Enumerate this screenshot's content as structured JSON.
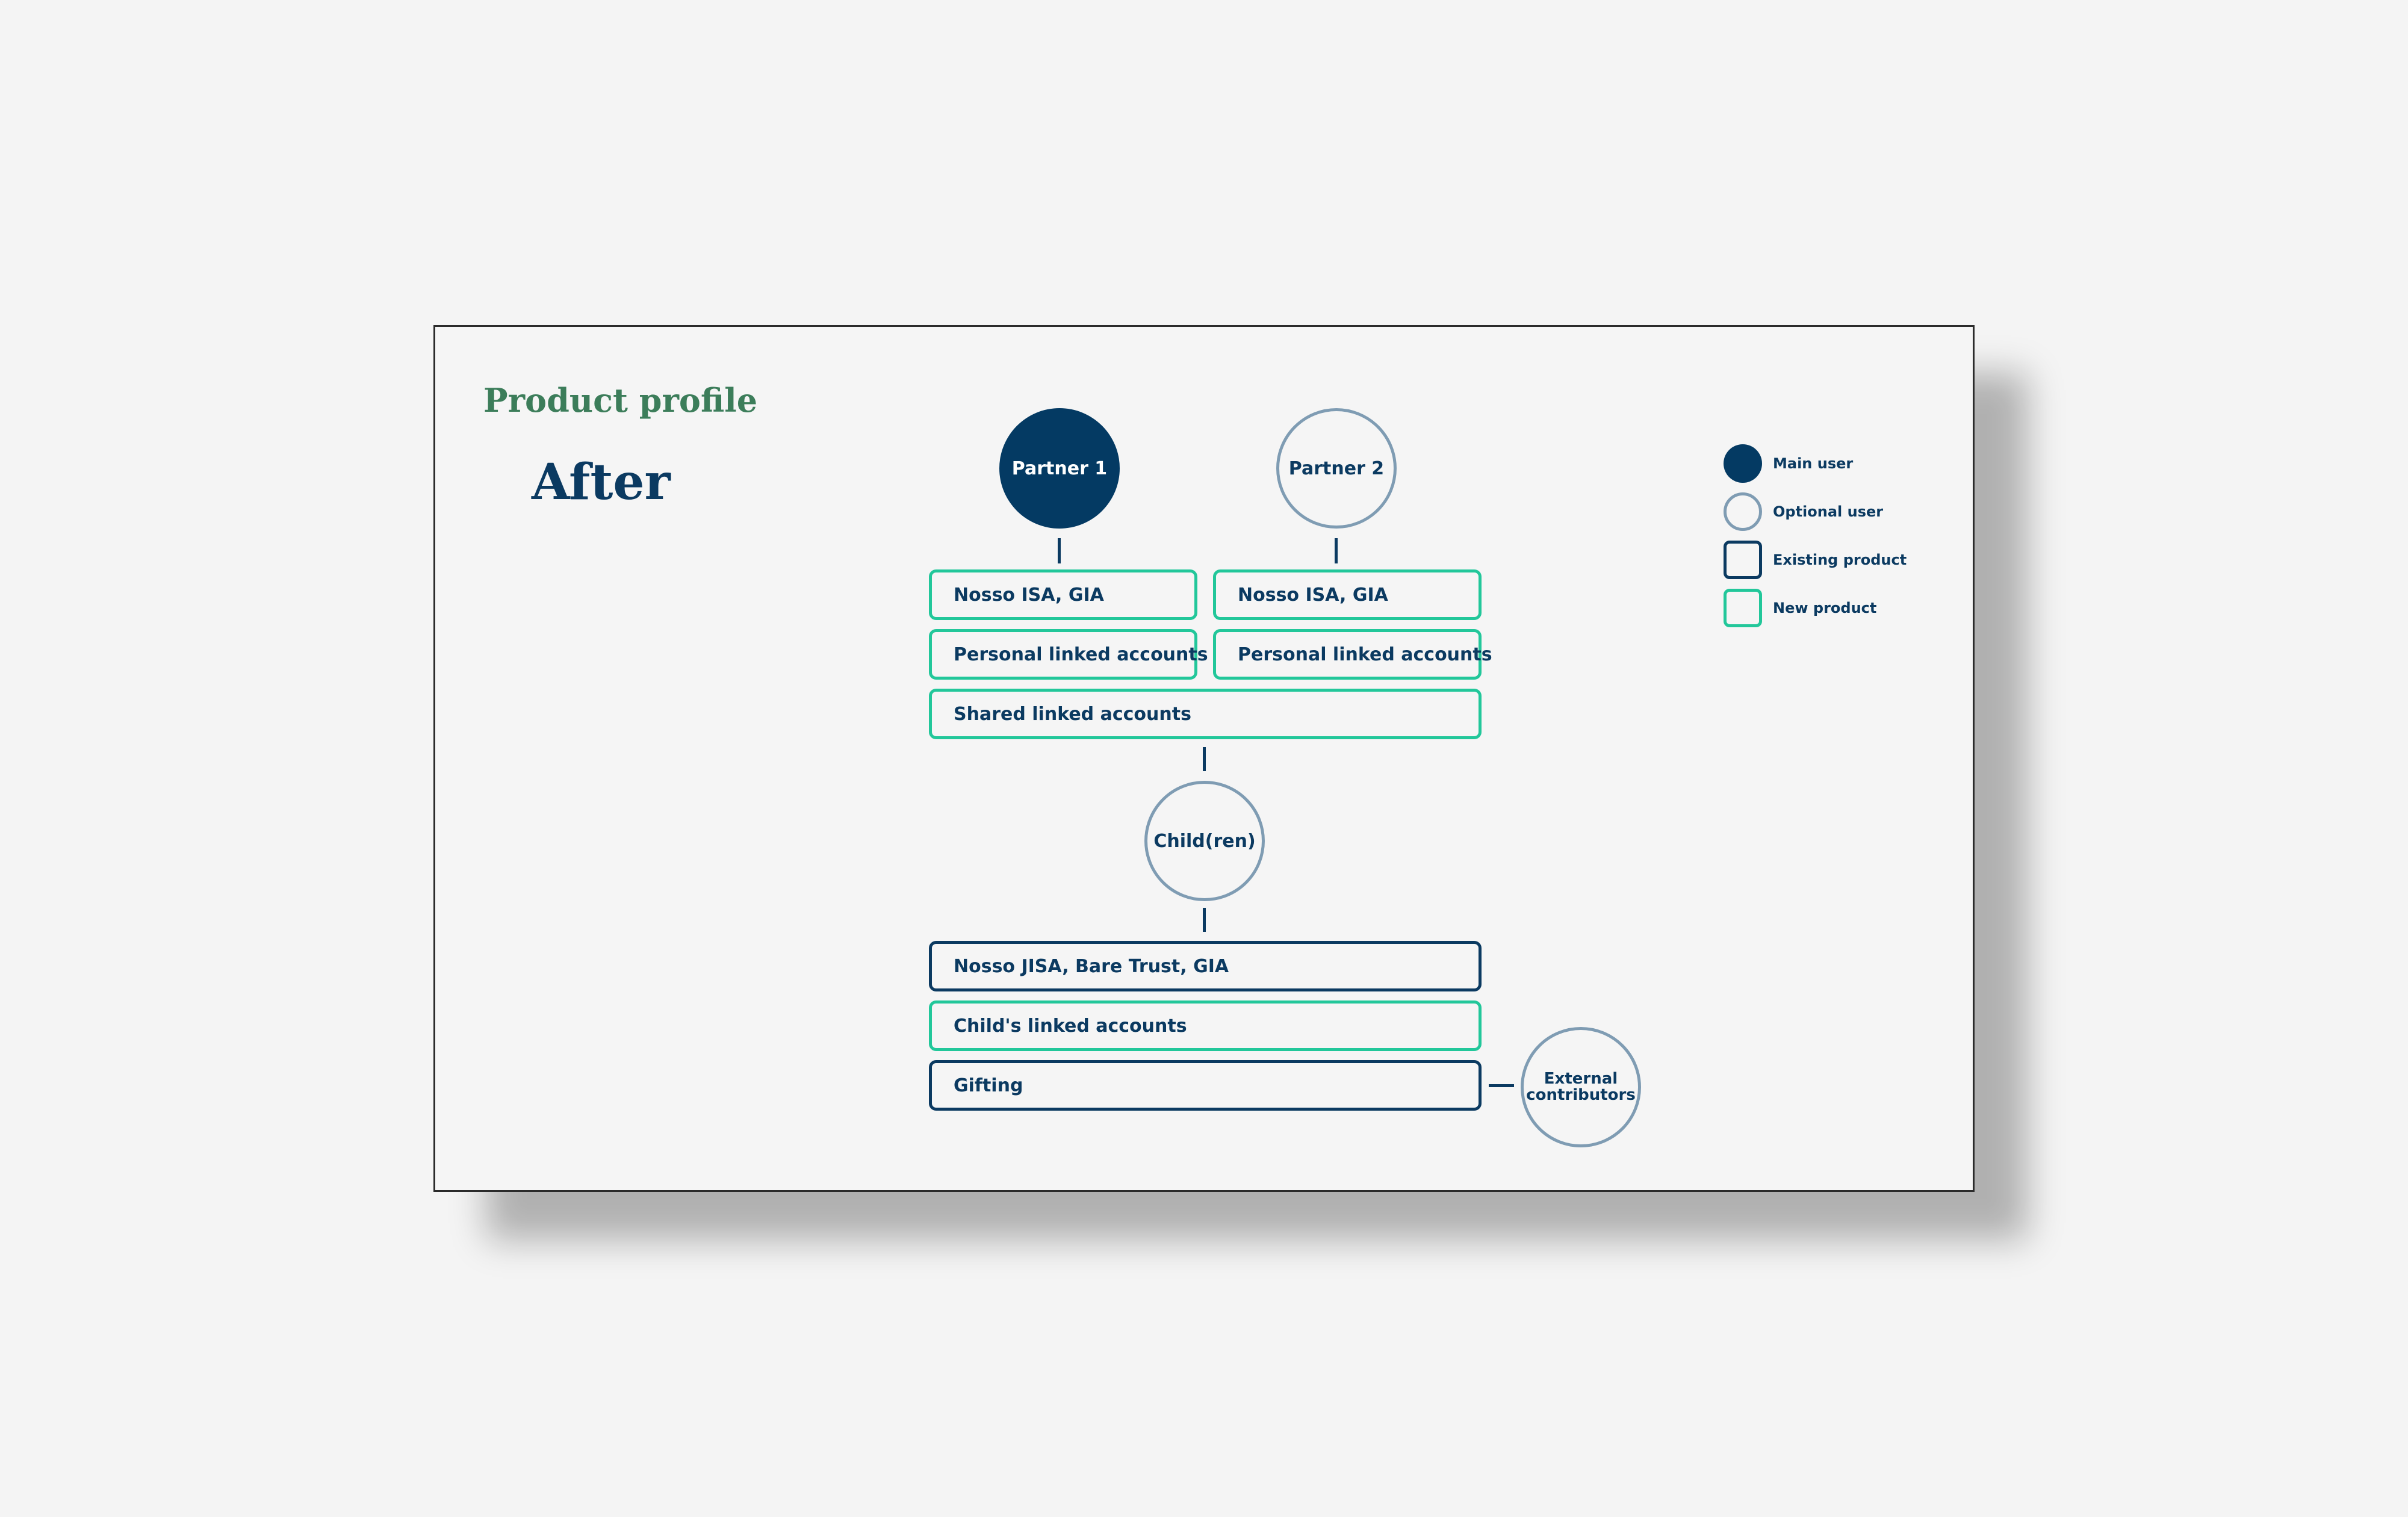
{
  "page": {
    "kicker": "Product profile",
    "heading": "After"
  },
  "nodes": {
    "partner1": "Partner 1",
    "partner2": "Partner 2",
    "children": "Child(ren)",
    "external": "External contributors"
  },
  "products": {
    "partner1_isa": "Nosso ISA, GIA",
    "partner1_linked": "Personal linked accounts",
    "partner2_isa": "Nosso ISA, GIA",
    "partner2_linked": "Personal linked accounts",
    "shared_linked": "Shared linked accounts",
    "child_products": "Nosso JISA, Bare Trust, GIA",
    "child_linked": "Child's linked accounts",
    "gifting": "Gifting"
  },
  "legend": [
    {
      "label": "Main user",
      "shape": "filled-circle"
    },
    {
      "label": "Optional user",
      "shape": "outline-circle"
    },
    {
      "label": "Existing product",
      "shape": "navy-square"
    },
    {
      "label": "New product",
      "shape": "green-square"
    }
  ],
  "colors": {
    "navy": "#0b3a61",
    "main_fill": "#043a63",
    "optional_outline": "#7f9cb3",
    "new_product": "#22c79a",
    "kicker_green": "#3c7d5a",
    "background": "#f5f5f5"
  }
}
